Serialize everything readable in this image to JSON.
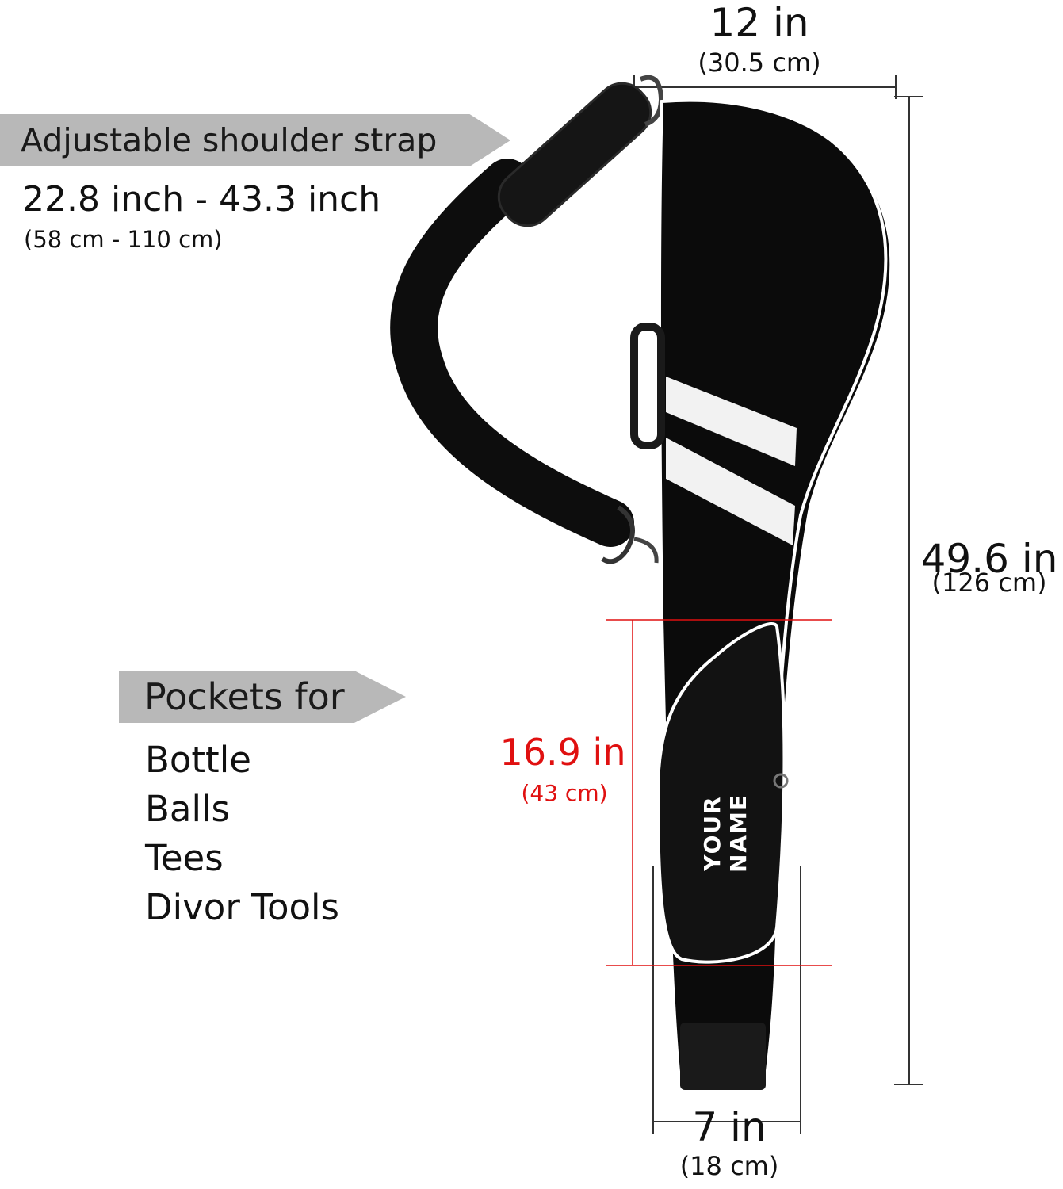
{
  "strap": {
    "banner_label": "Adjustable shoulder strap",
    "range_in": "22.8 inch - 43.3 inch",
    "range_cm": "(58 cm - 110 cm)"
  },
  "pockets": {
    "banner_label": "Pockets for",
    "items": [
      "Bottle",
      "Balls",
      "Tees",
      "Divor Tools"
    ]
  },
  "dimensions": {
    "top_width": {
      "main": "12 in",
      "sub": "(30.5 cm)"
    },
    "height": {
      "main": "49.6 in",
      "sub": "(126 cm)"
    },
    "pocket_length": {
      "main": "16.9 in",
      "sub": "(43 cm)"
    },
    "bottom_width": {
      "main": "7 in",
      "sub": "(18 cm)"
    }
  },
  "bag": {
    "print_text": "YOUR NAME"
  },
  "colors": {
    "banner": "#b8b8b8",
    "bag": "#0b0b0b",
    "trim": "#ffffff",
    "pocket_dimension": "#e01010",
    "dimension_lines": "#333333"
  }
}
